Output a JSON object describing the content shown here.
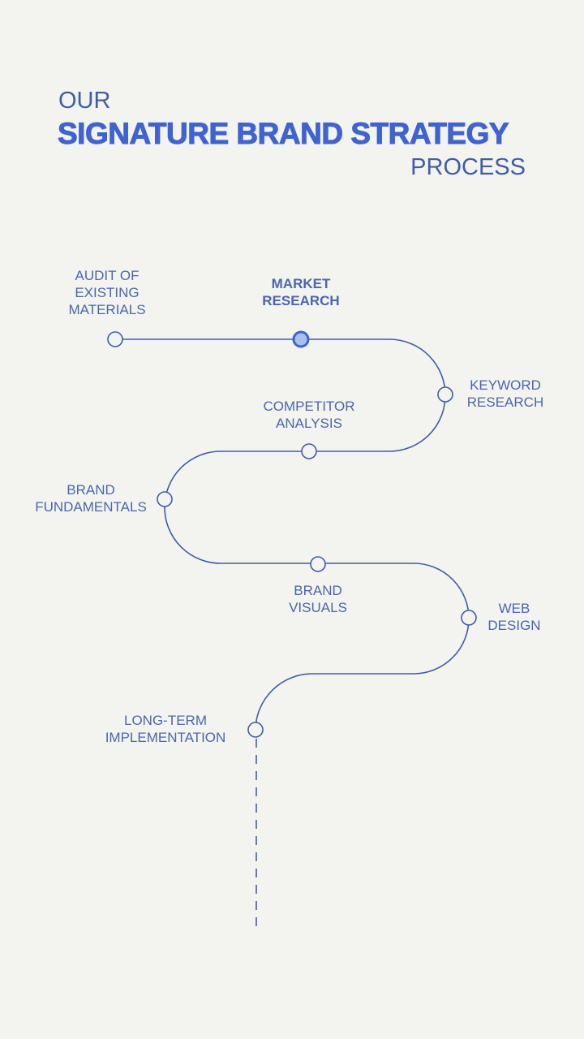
{
  "header": {
    "line1": "OUR",
    "line2": "SIGNATURE BRAND STRATEGY",
    "line3": "PROCESS"
  },
  "steps": [
    {
      "label": "AUDIT OF\nEXISTING\nMATERIALS",
      "active": false
    },
    {
      "label": "MARKET\nRESEARCH",
      "active": true
    },
    {
      "label": "KEYWORD\nRESEARCH",
      "active": false
    },
    {
      "label": "COMPETITOR\nANALYSIS",
      "active": false
    },
    {
      "label": "BRAND\nFUNDAMENTALS",
      "active": false
    },
    {
      "label": "BRAND\nVISUALS",
      "active": false
    },
    {
      "label": "WEB\nDESIGN",
      "active": false
    },
    {
      "label": "LONG-TERM\nIMPLEMENTATION",
      "active": false
    }
  ],
  "colors": {
    "line": "#3f5ea8",
    "accent": "#3f63d0",
    "active_fill": "#a9c0ee",
    "background": "#f3f3ef"
  }
}
